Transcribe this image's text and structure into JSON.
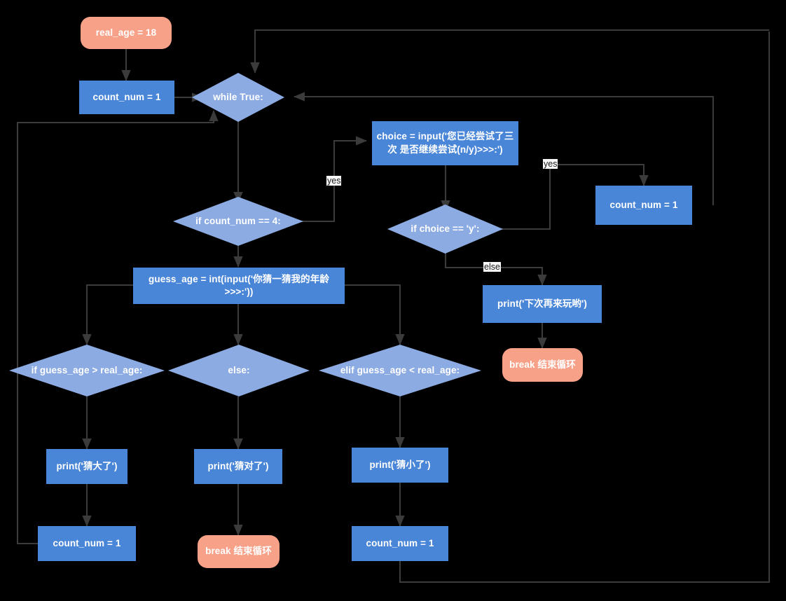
{
  "diagram": {
    "title": "Python guess-age while-loop flowchart",
    "background_color": "#000000",
    "colors": {
      "process_fill": "#4A86D8",
      "decision_fill": "#8CABE3",
      "terminator_fill": "#F8A189",
      "edge_stroke": "#3B3B3B",
      "node_text": "#FFFFFF",
      "edge_label_text": "#1A1A1A",
      "edge_label_bg": "#F7F7F7"
    },
    "nodes": [
      {
        "id": "real_age",
        "type": "terminator",
        "label": "real_age = 18"
      },
      {
        "id": "count_init",
        "type": "process",
        "label": "count_num = 1"
      },
      {
        "id": "while_true",
        "type": "decision",
        "label": "while True:"
      },
      {
        "id": "if_count4",
        "type": "decision",
        "label": "if count_num == 4:"
      },
      {
        "id": "choice_input",
        "type": "process",
        "label": "choice = input('您已经尝试了三次 是否继续尝试(n/y)>>>:')"
      },
      {
        "id": "if_choice_y",
        "type": "decision",
        "label": "if choice == 'y':"
      },
      {
        "id": "count_reset_r",
        "type": "process",
        "label": "count_num = 1"
      },
      {
        "id": "print_bye",
        "type": "process",
        "label": "print('下次再来玩哟')"
      },
      {
        "id": "break_bye",
        "type": "terminator",
        "label": "break 结束循环"
      },
      {
        "id": "guess_age",
        "type": "process",
        "label": "guess_age = int(input('你猜一猜我的年龄 >>>:'))"
      },
      {
        "id": "if_gt",
        "type": "decision",
        "label": "if guess_age > real_age:"
      },
      {
        "id": "else_eq",
        "type": "decision",
        "label": "else:"
      },
      {
        "id": "elif_lt",
        "type": "decision",
        "label": "elif guess_age < real_age:"
      },
      {
        "id": "print_big",
        "type": "process",
        "label": "print('猜大了')"
      },
      {
        "id": "print_right",
        "type": "process",
        "label": "print('猜对了')"
      },
      {
        "id": "print_small",
        "type": "process",
        "label": "print('猜小了')"
      },
      {
        "id": "count_inc_l",
        "type": "process",
        "label": "count_num = 1"
      },
      {
        "id": "break_right",
        "type": "terminator",
        "label": "break 结束循环"
      },
      {
        "id": "count_inc_r",
        "type": "process",
        "label": "count_num = 1"
      }
    ],
    "edge_labels": [
      {
        "id": "yes_count4",
        "text": "yes"
      },
      {
        "id": "yes_choice",
        "text": "yes"
      },
      {
        "id": "else_choice",
        "text": "else"
      }
    ]
  }
}
